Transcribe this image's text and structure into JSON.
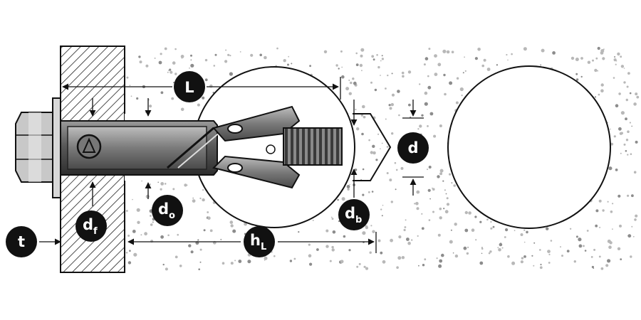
{
  "diagram": {
    "labels": {
      "L": {
        "main": "L",
        "sub": ""
      },
      "d": {
        "main": "d",
        "sub": ""
      },
      "t": {
        "main": "t",
        "sub": ""
      },
      "df": {
        "main": "d",
        "sub": "f"
      },
      "do": {
        "main": "d",
        "sub": "o"
      },
      "db": {
        "main": "d",
        "sub": "b"
      },
      "hL": {
        "main": "h",
        "sub": "L"
      }
    },
    "colors": {
      "ink": "#111111",
      "sleeve": "#4a4a4a",
      "sleeve_light": "#8a8a8a",
      "concrete_dot": "#b8b8b8",
      "background": "#ffffff"
    },
    "icons": [
      "hex-bolt-head-icon",
      "washer-icon",
      "expansion-sleeve-icon",
      "threaded-cone-icon",
      "hatched-fixture-icon"
    ]
  }
}
